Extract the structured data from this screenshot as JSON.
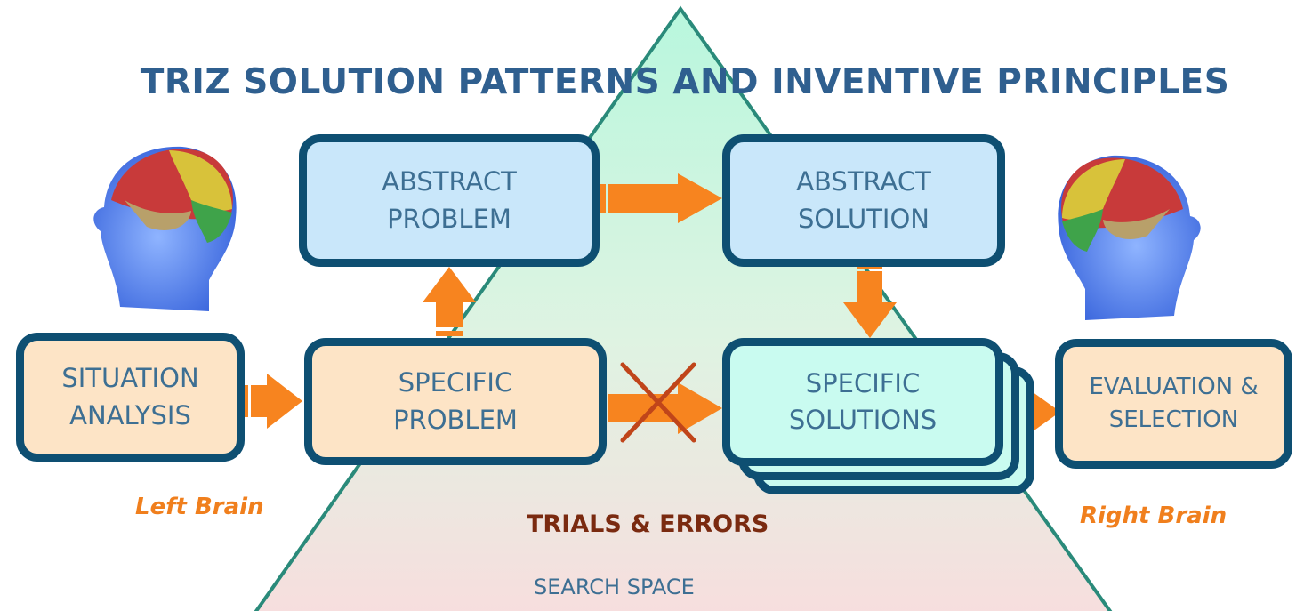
{
  "title": "TRIZ SOLUTION PATTERNS AND INVENTIVE PRINCIPLES",
  "boxes": {
    "situation_analysis": "SITUATION\nANALYSIS",
    "specific_problem": "SPECIFIC\nPROBLEM",
    "abstract_problem": "ABSTRACT\nPROBLEM",
    "abstract_solution": "ABSTRACT\nSOLUTION",
    "specific_solutions": "SPECIFIC\nSOLUTIONS",
    "evaluation_selection": "EVALUATION &\nSELECTION"
  },
  "labels": {
    "left_brain": "Left Brain",
    "right_brain": "Right Brain",
    "trials_errors": "TRIALS & ERRORS",
    "search_space": "SEARCH SPACE"
  },
  "icons": [
    "brain-head-left-icon",
    "brain-head-right-icon",
    "arrow-icon",
    "cross-icon"
  ],
  "colors": {
    "box_border": "#0e4f72",
    "text": "#3d6f93",
    "title": "#2f5f8f",
    "arrow": "#f7841f",
    "accent_label": "#f07f1d",
    "cross": "#c0451a",
    "triangle_outline": "#2a8a7a"
  }
}
